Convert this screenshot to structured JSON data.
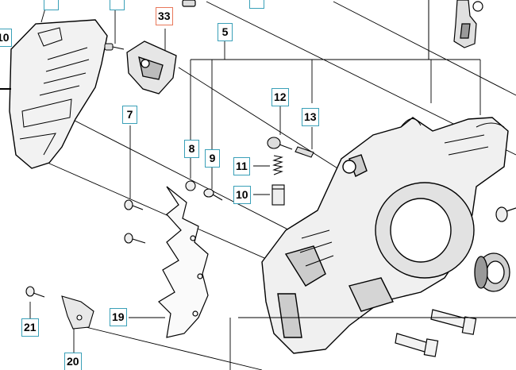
{
  "diagram": {
    "callouts": [
      {
        "id": "c10a",
        "text": "10",
        "highlight": false
      },
      {
        "id": "c31",
        "text": "",
        "highlight": false
      },
      {
        "id": "c33",
        "text": "33",
        "highlight": true
      },
      {
        "id": "ctop",
        "text": "",
        "highlight": false
      },
      {
        "id": "c5",
        "text": "5",
        "highlight": false
      },
      {
        "id": "c7",
        "text": "7",
        "highlight": false
      },
      {
        "id": "c12",
        "text": "12",
        "highlight": false
      },
      {
        "id": "c13",
        "text": "13",
        "highlight": false
      },
      {
        "id": "c8",
        "text": "8",
        "highlight": false
      },
      {
        "id": "c9",
        "text": "9",
        "highlight": false
      },
      {
        "id": "c11",
        "text": "11",
        "highlight": false
      },
      {
        "id": "c10",
        "text": "10",
        "highlight": false
      },
      {
        "id": "c21",
        "text": "21",
        "highlight": false
      },
      {
        "id": "c19",
        "text": "19",
        "highlight": false
      },
      {
        "id": "c20",
        "text": "20",
        "highlight": false
      }
    ],
    "colors": {
      "callout_border": "#3aa0b8",
      "highlight_border": "#e8785a",
      "line": "#000000"
    }
  }
}
